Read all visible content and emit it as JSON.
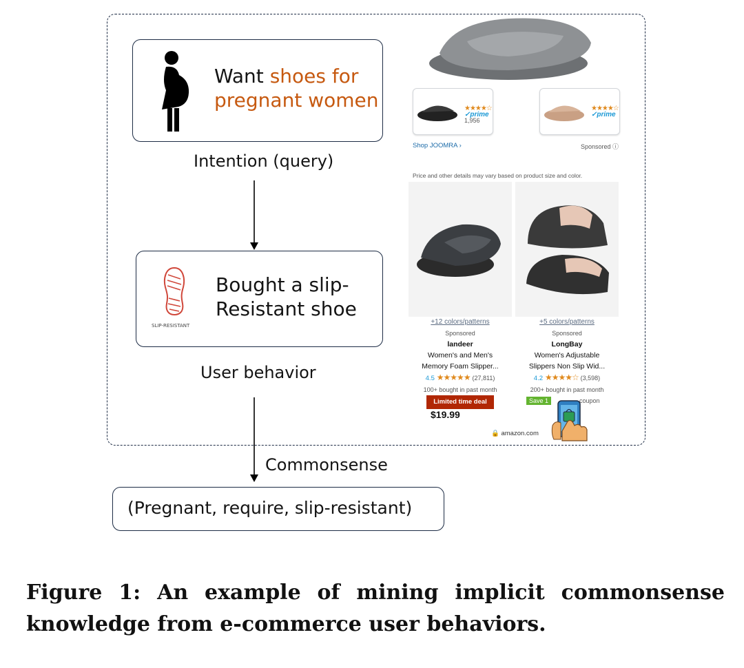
{
  "query_box": {
    "prefix": "Want ",
    "highlight_line1": "shoes for",
    "highlight_line2": "pregnant women",
    "label": "Intention (query)"
  },
  "behavior_box": {
    "line1": "Bought a slip-",
    "line2": "Resistant shoe",
    "icon_caption": "SLIP-RESISTANT",
    "label": "User behavior"
  },
  "edge_label": "Commonsense",
  "triple": "(Pregnant, require, slip-resistant)",
  "figure_caption": "Figure 1: An example of mining implicit commonsense knowledge from e-commerce user behaviors.",
  "colors": {
    "highlight": "#c65910",
    "border": "#1c2b44",
    "deal": "#b12704",
    "star": "#e08a1e"
  },
  "product_panel": {
    "thumb1_count": "1,956",
    "prime": "✓prime",
    "shop_link": "Shop JOOMRA ›",
    "sponsored": "Sponsored ⓘ",
    "disclaimer": "Price and other details may vary based on product size and color.",
    "cards": [
      {
        "colors": "+12 colors/patterns",
        "sponsored": "Sponsored",
        "brand": "landeer",
        "title1": "Women's and Men's",
        "title2": "Memory Foam Slipper...",
        "rating": "4.5",
        "reviews": "(27,811)",
        "bought": "100+ bought in past month",
        "badge": "Limited time deal",
        "price": "$19.99"
      },
      {
        "colors": "+5 colors/patterns",
        "sponsored": "Sponsored",
        "brand": "LongBay",
        "title1": "Women's Adjustable",
        "title2": "Slippers Non Slip Wid...",
        "rating": "4.2",
        "reviews": "(3,598)",
        "bought": "200+ bought in past month",
        "badge": "Save 1",
        "coupon": "coupon"
      }
    ],
    "url": "🔒 amazon.com"
  }
}
